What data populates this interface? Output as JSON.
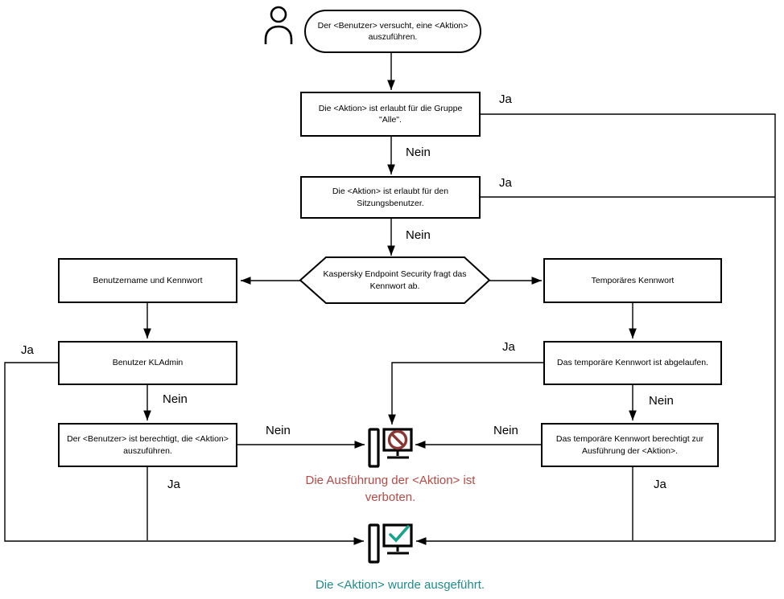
{
  "labels": {
    "ja": "Ja",
    "nein": "Nein"
  },
  "nodes": {
    "start": "Der <Benutzer> versucht, eine <Aktion> auszuführen.",
    "group_all": "Die <Aktion> ist erlaubt für die Gruppe \"Alle\".",
    "session_user": "Die <Aktion> ist erlaubt für den Sitzungsbenutzer.",
    "password_prompt": "Kaspersky Endpoint Security fragt das Kennwort ab.",
    "username_password": "Benutzername und Kennwort",
    "temp_password": "Temporäres Kennwort",
    "kladmin": "Benutzer KLAdmin",
    "user_authorized": "Der <Benutzer> ist berechtigt, die <Aktion> auszuführen.",
    "temp_expired": "Das temporäre Kennwort ist abgelaufen.",
    "temp_authorizes": "Das temporäre Kennwort berechtigt zur Ausführung der <Aktion>."
  },
  "status": {
    "forbidden": "Die Ausführung der <Aktion> ist verboten.",
    "executed": "Die <Aktion> wurde ausgeführt."
  },
  "colors": {
    "line": "#000000",
    "forbidden_text": "#b54a45",
    "executed_text": "#1f8b8b",
    "prohibition_sign": "#8a3733",
    "check_mark": "#1aa38c"
  },
  "icons": {
    "user": "user-icon",
    "forbidden": "blocked-computer-icon",
    "success": "success-computer-icon"
  }
}
